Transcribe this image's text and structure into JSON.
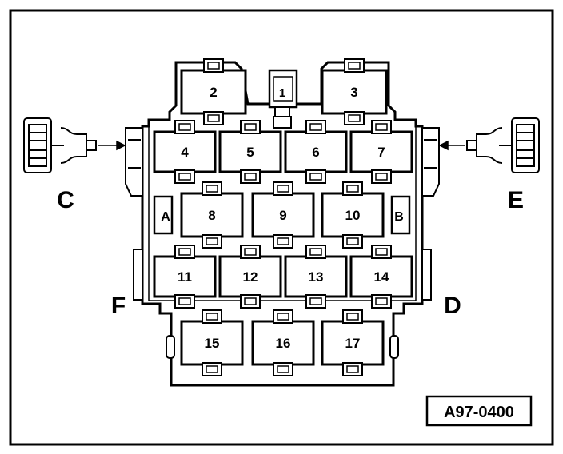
{
  "figure_id": "A97-0400",
  "side_labels": {
    "C": "C",
    "E": "E",
    "F": "F",
    "D": "D"
  },
  "slot_labels": {
    "A": "A",
    "B": "B"
  },
  "relays": [
    {
      "num": "1"
    },
    {
      "num": "2"
    },
    {
      "num": "3"
    },
    {
      "num": "4"
    },
    {
      "num": "5"
    },
    {
      "num": "6"
    },
    {
      "num": "7"
    },
    {
      "num": "8"
    },
    {
      "num": "9"
    },
    {
      "num": "10"
    },
    {
      "num": "11"
    },
    {
      "num": "12"
    },
    {
      "num": "13"
    },
    {
      "num": "14"
    },
    {
      "num": "15"
    },
    {
      "num": "16"
    },
    {
      "num": "17"
    }
  ],
  "colors": {
    "line": "#000000",
    "background": "#ffffff"
  }
}
